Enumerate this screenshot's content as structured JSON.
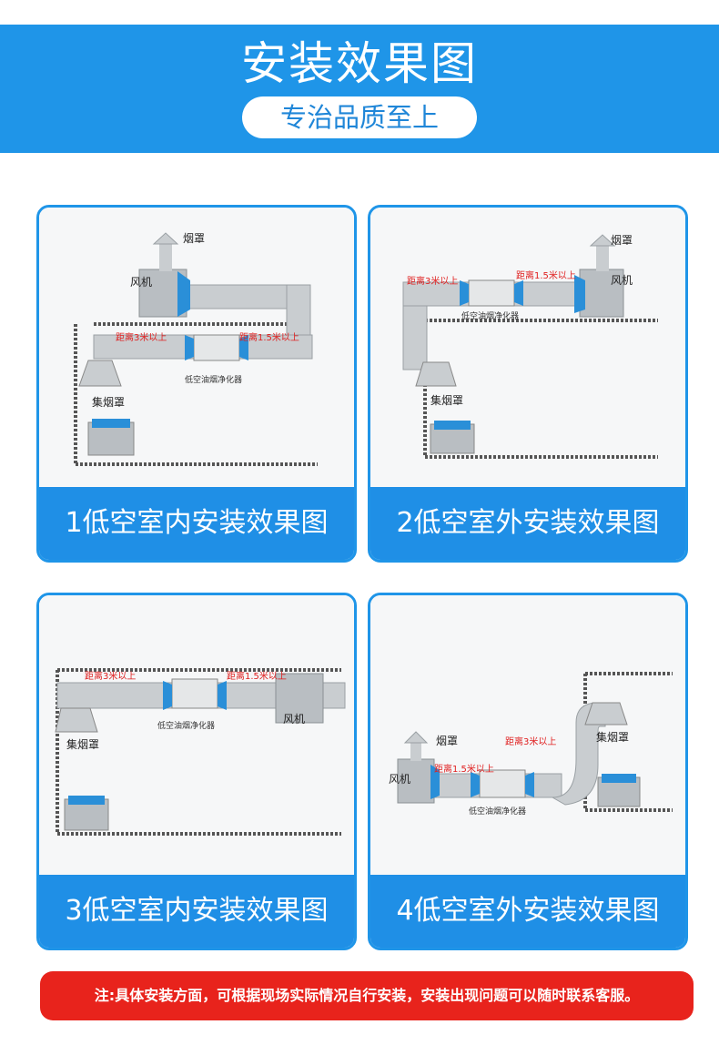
{
  "header": {
    "title": "安装效果图",
    "subtitle": "专治品质至上"
  },
  "cards": [
    {
      "caption": "1低空室内安装效果图",
      "labels": {
        "hood": "烟罩",
        "fan": "风机",
        "dist1": "距离3米以上",
        "dist2": "距离1.5米以上",
        "purifier": "低空油烟净化器",
        "collector": "集烟罩"
      }
    },
    {
      "caption": "2低空室外安装效果图",
      "labels": {
        "hood": "烟罩",
        "fan": "风机",
        "dist1": "距离3米以上",
        "dist2": "距离1.5米以上",
        "purifier": "低空油烟净化器",
        "collector": "集烟罩"
      }
    },
    {
      "caption": "3低空室内安装效果图",
      "labels": {
        "fan": "风机",
        "dist1": "距离3米以上",
        "dist2": "距离1.5米以上",
        "purifier": "低空油烟净化器",
        "collector": "集烟罩"
      }
    },
    {
      "caption": "4低空室外安装效果图",
      "labels": {
        "hood": "烟罩",
        "fan": "风机",
        "dist1": "距离3米以上",
        "dist2": "距离1.5米以上",
        "purifier": "低空油烟净化器",
        "collector": "集烟罩"
      }
    }
  ],
  "note": "注:具体安装方面，可根据现场实际情况自行安装，安装出现问题可以随时联系客服。",
  "colors": {
    "primary": "#1f95e8",
    "alert": "#e8231c",
    "duct": "#c9cdd0",
    "filter": "#2a8fd8"
  }
}
